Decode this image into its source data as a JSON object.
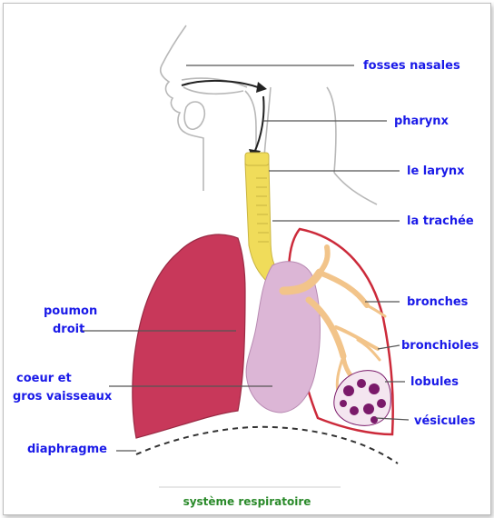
{
  "diagram": {
    "labels": {
      "fosses_nasales": "fosses nasales",
      "pharynx": "pharynx",
      "larynx": "le larynx",
      "trachee": "la trachée",
      "bronches": "bronches",
      "bronchioles": "bronchioles",
      "lobules": "lobules",
      "vesicules": "vésicules",
      "poumon_droit_1": "poumon",
      "poumon_droit_2": "droit",
      "coeur_1": "coeur et",
      "coeur_2": "gros vaisseaux",
      "diaphragme": "diaphragme"
    },
    "caption": "système respiratoire",
    "colors": {
      "label_text": "#1a1ae8",
      "caption_text": "#2a8a2a",
      "lung": "#c8385a",
      "heart": "#dcb6d6",
      "trachea": "#f0dc5a",
      "bronchi": "#f2c48a",
      "vesicles": "#7a1a6a"
    }
  }
}
